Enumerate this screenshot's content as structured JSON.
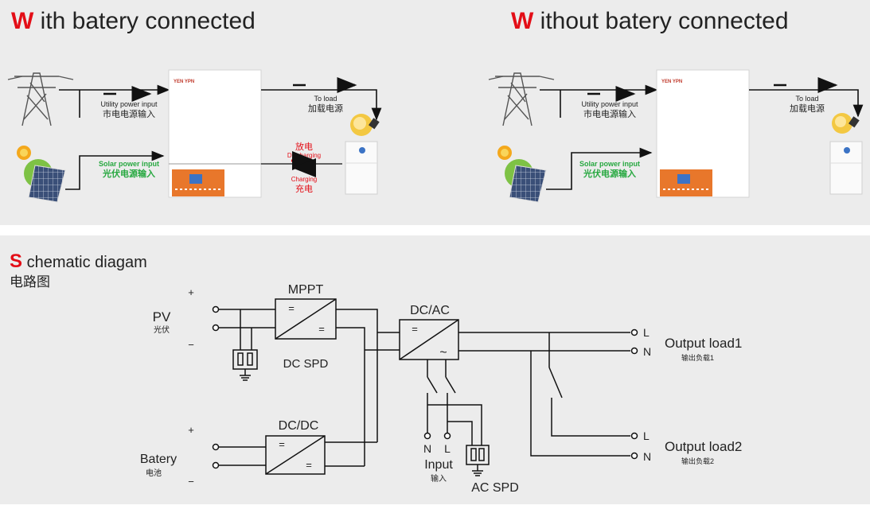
{
  "colors": {
    "accent_red": "#e30e17",
    "solar_green": "#27a840",
    "panel_bg": "#ececec",
    "line": "#111111"
  },
  "top": {
    "left": {
      "title_cap": "W",
      "title_rest": " ith batery connected",
      "utility_en": "Utility power input",
      "utility_zh": "市电电源输入",
      "solar_en": "Solar power input",
      "solar_zh": "光伏电源输入",
      "load_en": "To load",
      "load_zh": "加载电源",
      "discharging_zh": "放电",
      "discharging_en": "Discharging",
      "charging_en": "Charging",
      "charging_zh": "充电",
      "brand": "YEN YPN"
    },
    "right": {
      "title_cap": "W",
      "title_rest": " ithout batery connected",
      "utility_en": "Utility power input",
      "utility_zh": "市电电源输入",
      "solar_en": "Solar power input",
      "solar_zh": "光伏电源输入",
      "load_en": "To load",
      "load_zh": "加载电源",
      "brand": "YEN YPN"
    }
  },
  "schematic": {
    "title_cap": "S",
    "title_rest": " chematic diagam",
    "title_zh": "电路图",
    "mppt": "MPPT",
    "dcac": "DC/AC",
    "dcdc": "DC/DC",
    "dc_spd": "DC SPD",
    "ac_spd": "AC SPD",
    "pv_en": "PV",
    "pv_zh": "光伏",
    "battery_en": "Batery",
    "battery_zh": "电池",
    "plus": "+",
    "minus": "−",
    "L": "L",
    "N": "N",
    "input_en": "Input",
    "input_zh": "输入",
    "out1_en": "Output load1",
    "out1_zh": "输出负载1",
    "out2_en": "Output load2",
    "out2_zh": "输出负载2",
    "conv_eq": "=",
    "conv_ac": "~"
  }
}
